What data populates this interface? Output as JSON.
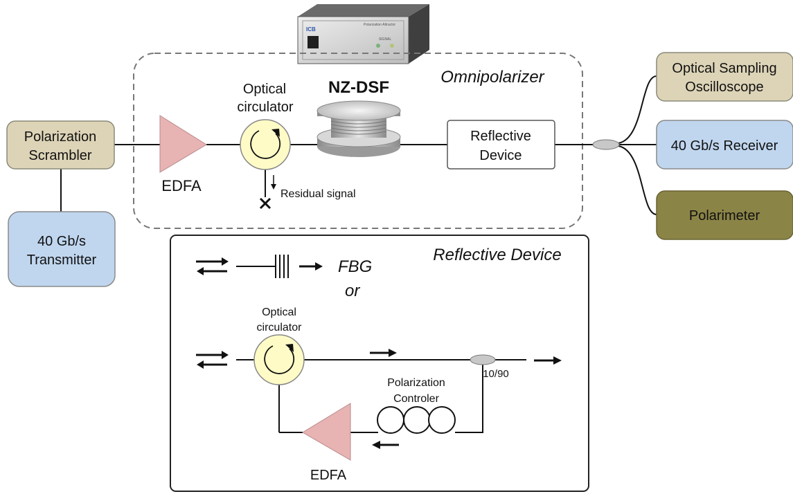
{
  "device_photo": {
    "brand": "ICB",
    "model": "Polarization Attractor",
    "signal_label": "SIGNAL"
  },
  "top": {
    "nzdsf_label": "NZ-DSF",
    "omnipolarizer_label": "Omnipolarizer",
    "optical_circulator_label": [
      "Optical",
      "circulator"
    ],
    "edfa_label": "EDFA",
    "residual_signal_label": "Residual signal",
    "reflective_device_box": [
      "Reflective",
      "Device"
    ]
  },
  "left": {
    "scrambler": [
      "Polarization",
      "Scrambler"
    ],
    "transmitter": [
      "40 Gb/s",
      "Transmitter"
    ]
  },
  "right": {
    "oscilloscope": [
      "Optical Sampling",
      "Oscilloscope"
    ],
    "receiver": "40 Gb/s Receiver",
    "polarimeter": "Polarimeter"
  },
  "inset": {
    "title": "Reflective Device",
    "fbg_label": "FBG",
    "or_label": "or",
    "optical_circulator_label": [
      "Optical",
      "circulator"
    ],
    "polarization_controller_label": [
      "Polarization",
      "Controler"
    ],
    "coupler_ratio": "10/90",
    "edfa_label": "EDFA"
  },
  "colors": {
    "tan_box": "#ddd4b7",
    "blue_box": "#c0d6ef",
    "olive_box": "#8b8447",
    "edfa_pink": "#e8b3b3",
    "circulator_yellow": "#fefbc7",
    "coupler_gray": "#c8c8c8"
  }
}
